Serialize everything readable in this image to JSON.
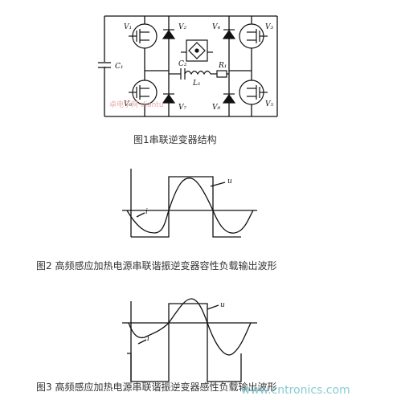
{
  "fig1": {
    "caption": "图1串联逆变器结构",
    "labels": {
      "v1": "V₁",
      "v2": "V₂",
      "v3": "V₃",
      "v4": "V₄",
      "v5": "V₅",
      "v6": "V₆",
      "v7": "V₇",
      "v8": "V₈",
      "c1": "C₁",
      "c2": "C₂",
      "l1": "L₁",
      "r1": "R₁"
    },
    "watermark": "卓电子网·diantu"
  },
  "fig2": {
    "caption": "图2  高频感应加热电源串联谐振逆变器容性负载输出波形",
    "label_u": "u",
    "label_i": "i"
  },
  "fig3": {
    "caption": "图3  高频感应加热电源串联谐振逆变器感性负载输出波形",
    "label_u": "u",
    "label_i": "i"
  },
  "watermark": "www.cntronics.com"
}
